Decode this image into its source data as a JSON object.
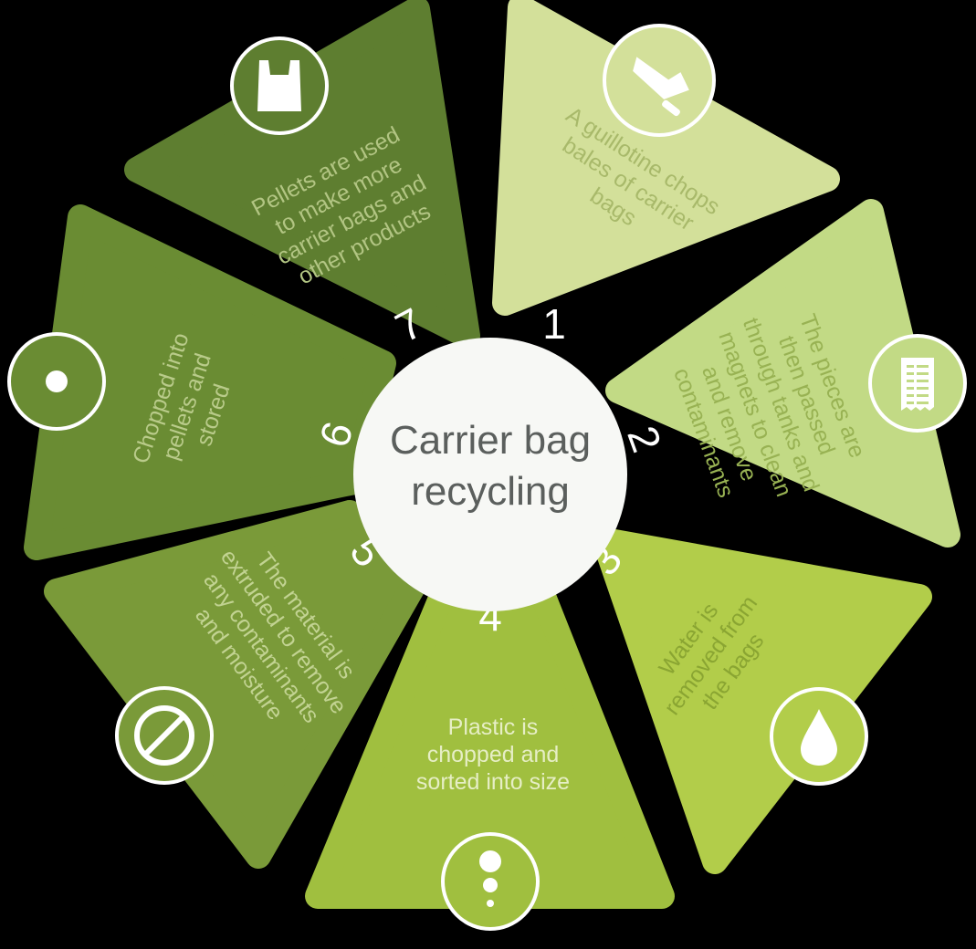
{
  "center": {
    "title_line1": "Carrier bag",
    "title_line2": "recycling"
  },
  "colors": {
    "background": "#000000",
    "center_fill": "#f7f8f5",
    "center_text": "#5b5f5d",
    "icon_ring": "#ffffff"
  },
  "steps": [
    {
      "number": "1",
      "lines": [
        "A guillotine chops",
        "bales of carrier",
        "bags"
      ],
      "icon": "cleaver-icon",
      "fill": "#d3e09a",
      "text_color": "#a8b96a"
    },
    {
      "number": "2",
      "lines": [
        "The pieces are",
        "then passed",
        "through tanks and",
        "magnets to clean",
        "and remove",
        "contaminants"
      ],
      "icon": "receipt-icon",
      "fill": "#c2da85",
      "text_color": "#98b253"
    },
    {
      "number": "3",
      "lines": [
        "Water is",
        "removed from",
        "the bags"
      ],
      "icon": "water-drop-icon",
      "fill": "#b2cd4a",
      "text_color": "#8aa532"
    },
    {
      "number": "4",
      "lines": [
        "Plastic is",
        "chopped and",
        "sorted into size"
      ],
      "icon": "sorting-dots-icon",
      "fill": "#a0bf3f",
      "text_color": "#e6eec5"
    },
    {
      "number": "5",
      "lines": [
        "The material is",
        "extruded to remove",
        "any contaminants",
        "and moisture"
      ],
      "icon": "no-entry-icon",
      "fill": "#7a9a39",
      "text_color": "#c2d392"
    },
    {
      "number": "6",
      "lines": [
        "Chopped into",
        "pellets and",
        "stored"
      ],
      "icon": "pellet-icon",
      "fill": "#6a8c33",
      "text_color": "#b9cb8a"
    },
    {
      "number": "7",
      "lines": [
        "Pellets are used",
        "to make more",
        "carrier bags and",
        "other products"
      ],
      "icon": "carrier-bag-icon",
      "fill": "#5e7e30",
      "text_color": "#b2c583"
    }
  ]
}
